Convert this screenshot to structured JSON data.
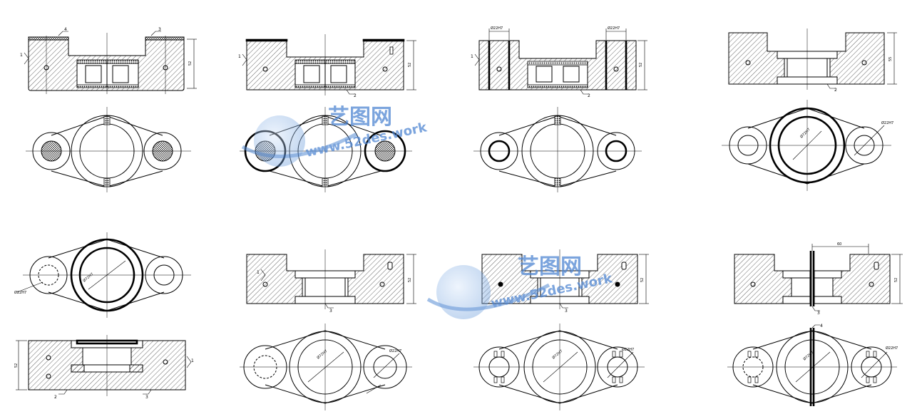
{
  "labels": {
    "one": "1",
    "two": "2",
    "three": "3",
    "four": "4"
  },
  "dims": {
    "d_bore_a": "Ø22H7",
    "d_bore_b": "Ø22H7",
    "d_center": "Ø72H7",
    "d_center_b": "Ø72H7",
    "h_52": "52",
    "h_55": "55",
    "w_60": "60"
  },
  "watermark": {
    "brand": "艺图网",
    "url": "www.52des.work"
  },
  "colors": {
    "ink": "#000000",
    "watermark": "#4f86d2",
    "watermark_light": "#9cc0ec"
  }
}
